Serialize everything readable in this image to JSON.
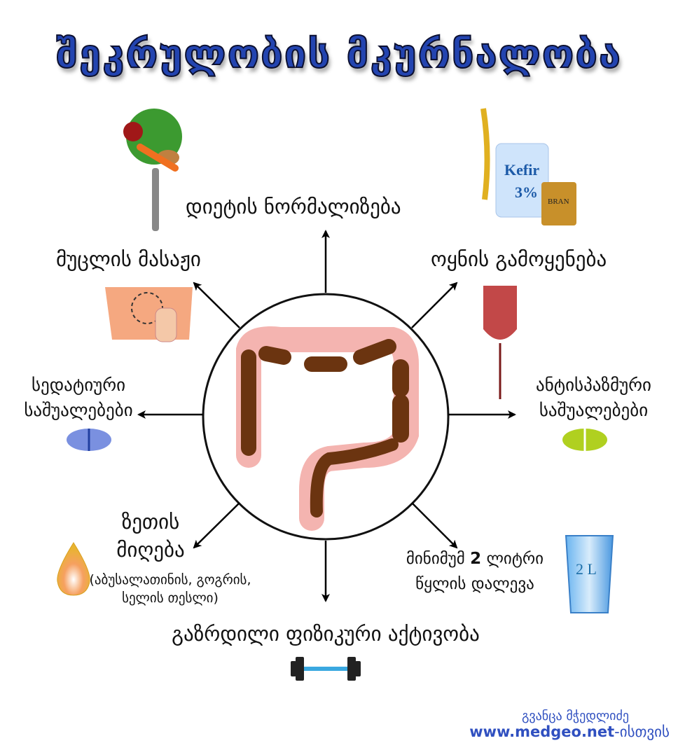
{
  "title": "შეკრულობის მკურნალობა",
  "center_image": "colon-illustration",
  "items": {
    "diet": "დიეტის ნორმალიზება",
    "massage": "მუცლის მასაჟი",
    "enema": "ოყნის გამოყენება",
    "sedatives_line1": "სედატიური",
    "sedatives_line2": "საშუალებები",
    "antispasmodic_line1": "ანტისპაზმური",
    "antispasmodic_line2": "საშუალებები",
    "oil_line1": "ზეთის",
    "oil_line2": "მიღება",
    "oil_note_line1": "(აბუსალათინის, გოგრის,",
    "oil_note_line2": "სელის თესლი)",
    "water_line1_a": "მინიმუმ",
    "water_line1_num": "2",
    "water_line1_b": "ლიტრი",
    "water_line2": "წყლის დალევა",
    "activity": "გაზრდილი ფიზიკური აქტივობა"
  },
  "icon_text": {
    "kefir": "Kefir",
    "kefir_pct": "3%",
    "bran": "BRAN",
    "glass": "2 L"
  },
  "footer": {
    "author": "გვანცა მჭედლიძე",
    "site": "www.medgeo.net",
    "suffix": "-ისთვის"
  },
  "colors": {
    "title": "#2344b0",
    "footer": "#3050c0"
  }
}
